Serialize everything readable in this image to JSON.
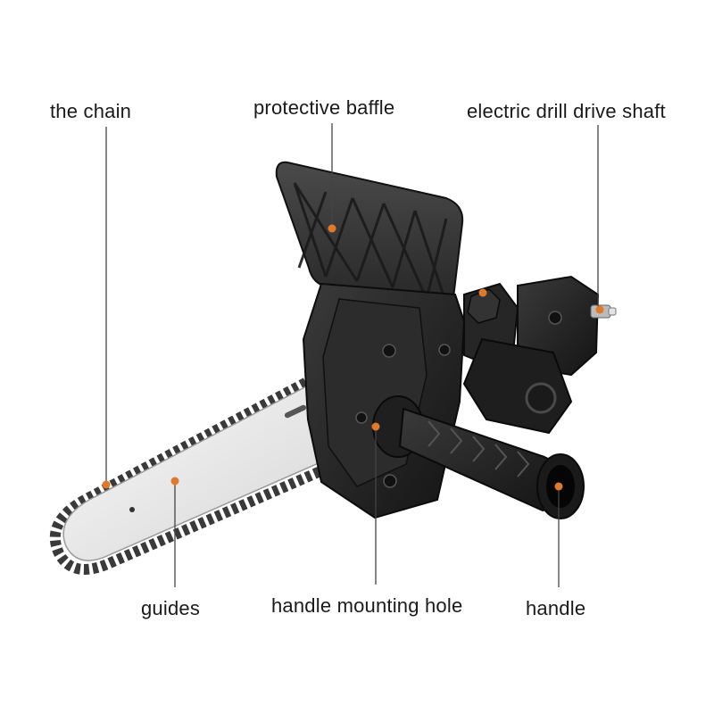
{
  "labels": {
    "chain": "the chain",
    "baffle": "protective baffle",
    "shaft": "electric drill drive shaft",
    "guides": "guides",
    "mounting_hole": "handle mounting hole",
    "handle": "handle"
  },
  "colors": {
    "marker": "#e07a2a",
    "leader": "#444444",
    "body": "#222222",
    "bar": "#eeeeee"
  },
  "icons": {
    "product": "chainsaw-attachment-icon"
  }
}
